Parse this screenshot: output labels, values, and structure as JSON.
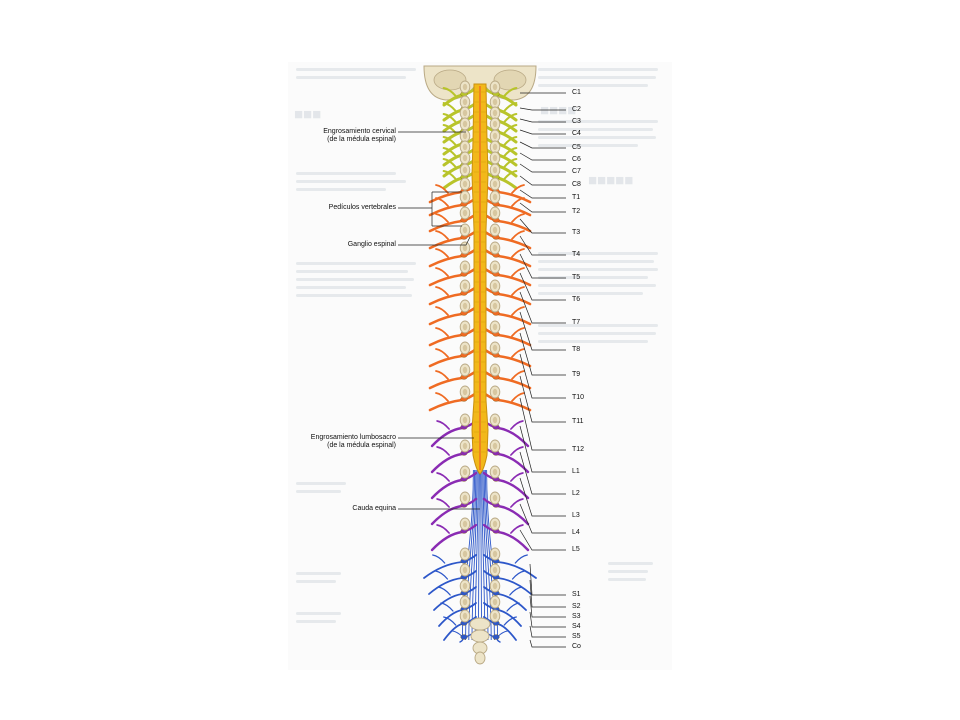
{
  "colors": {
    "cervical": "#b8c42a",
    "thoracic": "#ef6b23",
    "lumbar": "#8a2bb3",
    "sacral": "#2d57c9",
    "cord": "#f2b81a",
    "bone": "#ede4c8",
    "boneStroke": "#b9a985",
    "leader": "#222222"
  },
  "levels": [
    {
      "label": "C1",
      "group": "cervical"
    },
    {
      "label": "C2",
      "group": "cervical"
    },
    {
      "label": "C3",
      "group": "cervical"
    },
    {
      "label": "C4",
      "group": "cervical"
    },
    {
      "label": "C5",
      "group": "cervical"
    },
    {
      "label": "C6",
      "group": "cervical"
    },
    {
      "label": "C7",
      "group": "cervical"
    },
    {
      "label": "C8",
      "group": "cervical"
    },
    {
      "label": "T1",
      "group": "thoracic"
    },
    {
      "label": "T2",
      "group": "thoracic"
    },
    {
      "label": "T3",
      "group": "thoracic"
    },
    {
      "label": "T4",
      "group": "thoracic"
    },
    {
      "label": "T5",
      "group": "thoracic"
    },
    {
      "label": "T6",
      "group": "thoracic"
    },
    {
      "label": "T7",
      "group": "thoracic"
    },
    {
      "label": "T8",
      "group": "thoracic"
    },
    {
      "label": "T9",
      "group": "thoracic"
    },
    {
      "label": "T10",
      "group": "thoracic"
    },
    {
      "label": "T11",
      "group": "thoracic"
    },
    {
      "label": "T12",
      "group": "thoracic"
    },
    {
      "label": "L1",
      "group": "lumbar"
    },
    {
      "label": "L2",
      "group": "lumbar"
    },
    {
      "label": "L3",
      "group": "lumbar"
    },
    {
      "label": "L4",
      "group": "lumbar"
    },
    {
      "label": "L5",
      "group": "lumbar"
    },
    {
      "label": "S1",
      "group": "sacral"
    },
    {
      "label": "S2",
      "group": "sacral"
    },
    {
      "label": "S3",
      "group": "sacral"
    },
    {
      "label": "S4",
      "group": "sacral"
    },
    {
      "label": "S5",
      "group": "sacral"
    },
    {
      "label": "Co",
      "group": "sacral"
    }
  ],
  "annotations": {
    "cervical_line1": "Engrosamiento cervical",
    "cervical_line2": "(de la médula espinal)",
    "pedicles": "Pedículos vertebrales",
    "ganglion": "Ganglio espinal",
    "lumbosacral_line1": "Engrosamiento lumbosacro",
    "lumbosacral_line2": "(de la médula espinal)",
    "cauda": "Cauda equina"
  }
}
